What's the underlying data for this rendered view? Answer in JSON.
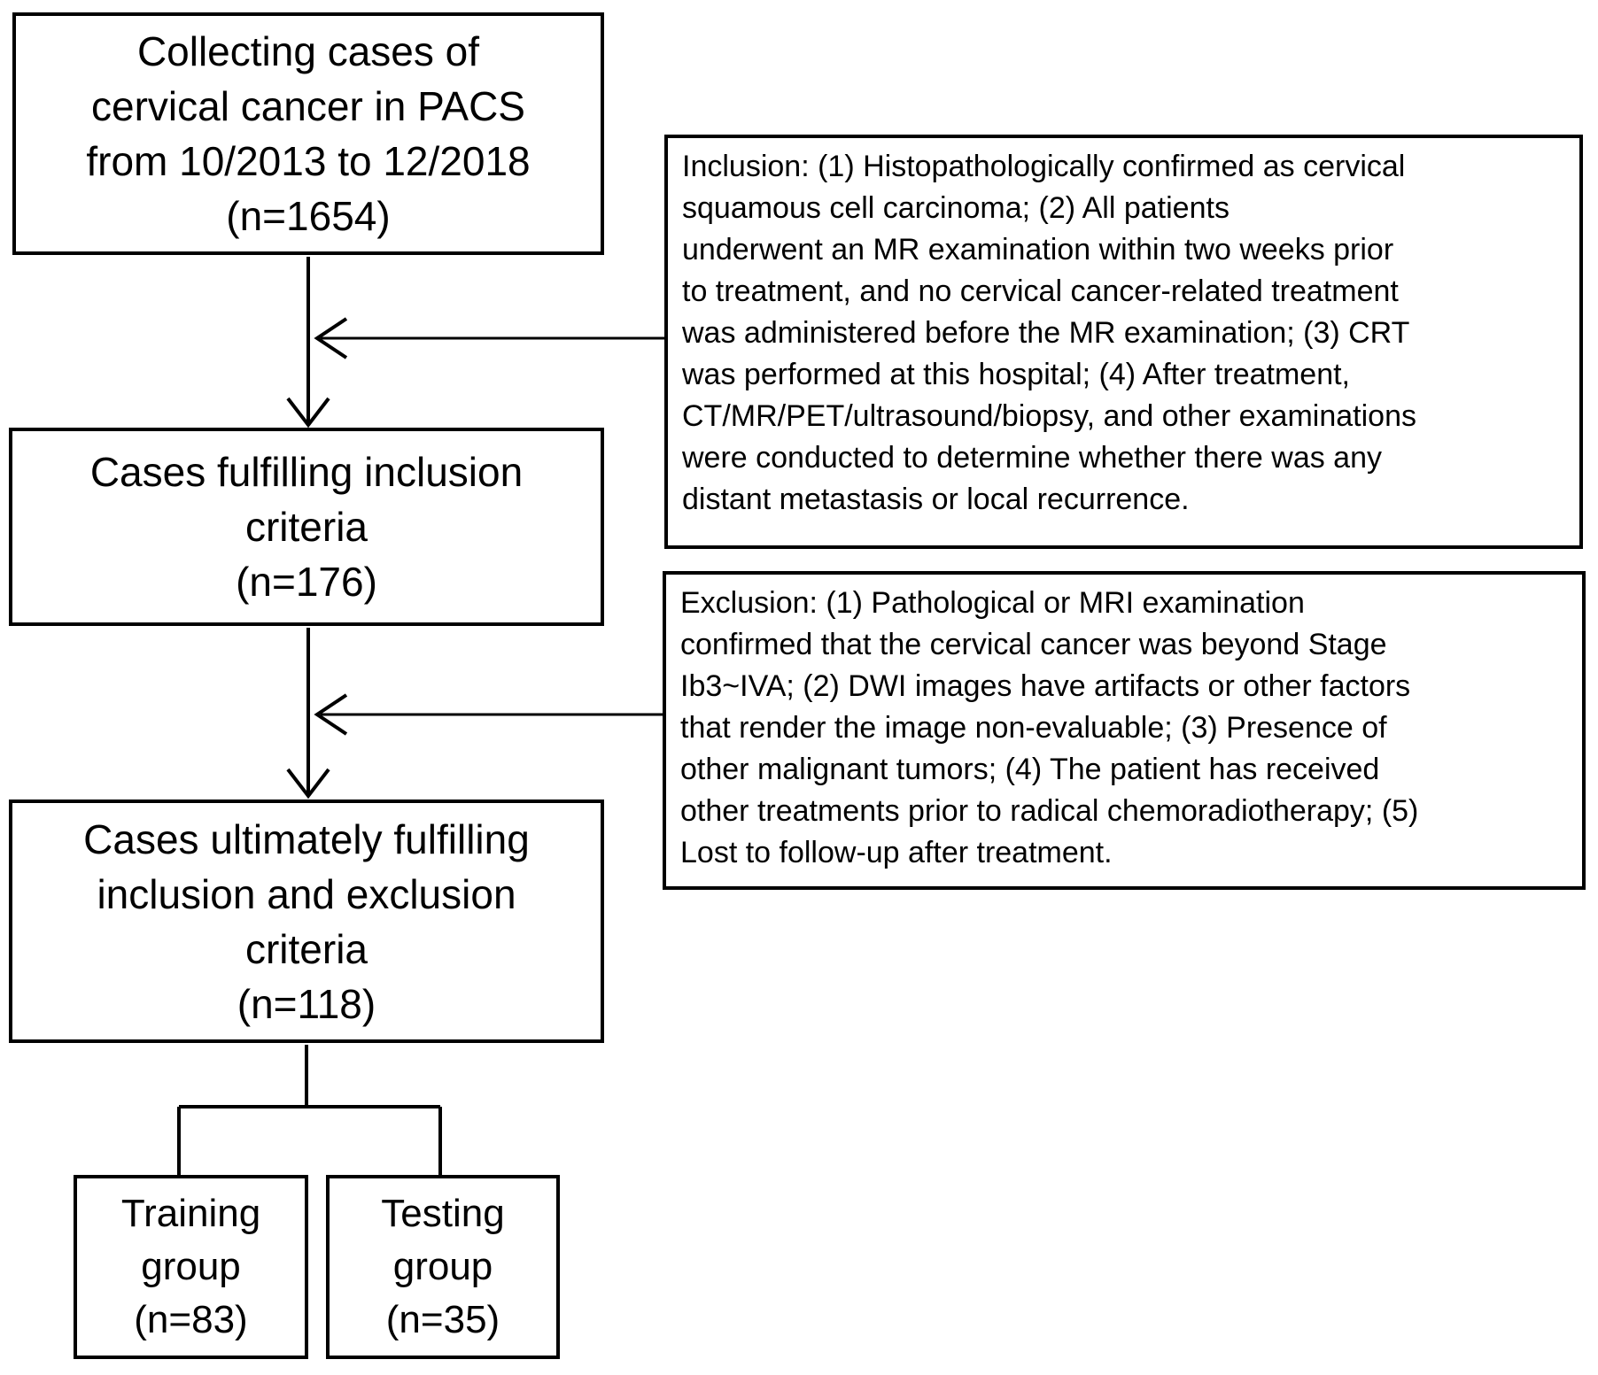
{
  "diagram": {
    "title": "Patient selection flowchart",
    "colors": {
      "background": "#ffffff",
      "line": "#000000",
      "text": "#000000"
    },
    "boxes": {
      "collect": {
        "text": "Collecting cases of\ncervical cancer in PACS\nfrom 10/2013 to 12/2018\n(n=1654)"
      },
      "fulfill_inclusion": {
        "text": "Cases fulfilling inclusion\ncriteria\n(n=176)"
      },
      "ultimate": {
        "text": "Cases ultimately fulfilling\ninclusion and exclusion\ncriteria\n(n=118)"
      },
      "training": {
        "text": "Training\ngroup\n(n=83)"
      },
      "testing": {
        "text": "Testing\ngroup\n(n=35)"
      },
      "inclusion_criteria": {
        "text": "Inclusion: (1) Histopathologically confirmed as cervical\nsquamous cell carcinoma; (2) All patients\nunderwent an MR examination within two weeks prior\nto treatment, and no cervical cancer-related treatment\nwas administered before the MR examination; (3) CRT\nwas performed at this hospital; (4) After treatment,\nCT/MR/PET/ultrasound/biopsy, and other examinations\nwere conducted to determine whether there was any\ndistant metastasis or local recurrence."
      },
      "exclusion_criteria": {
        "text": "Exclusion:  (1) Pathological or MRI examination\nconfirmed that the cervical cancer was beyond Stage\nIb3~IVA; (2) DWI images have artifacts or other factors\nthat render the image non-evaluable; (3) Presence of\nother malignant tumors; (4) The patient has received\nother treatments prior to radical chemoradiotherapy; (5)\nLost to follow-up after treatment."
      }
    }
  }
}
